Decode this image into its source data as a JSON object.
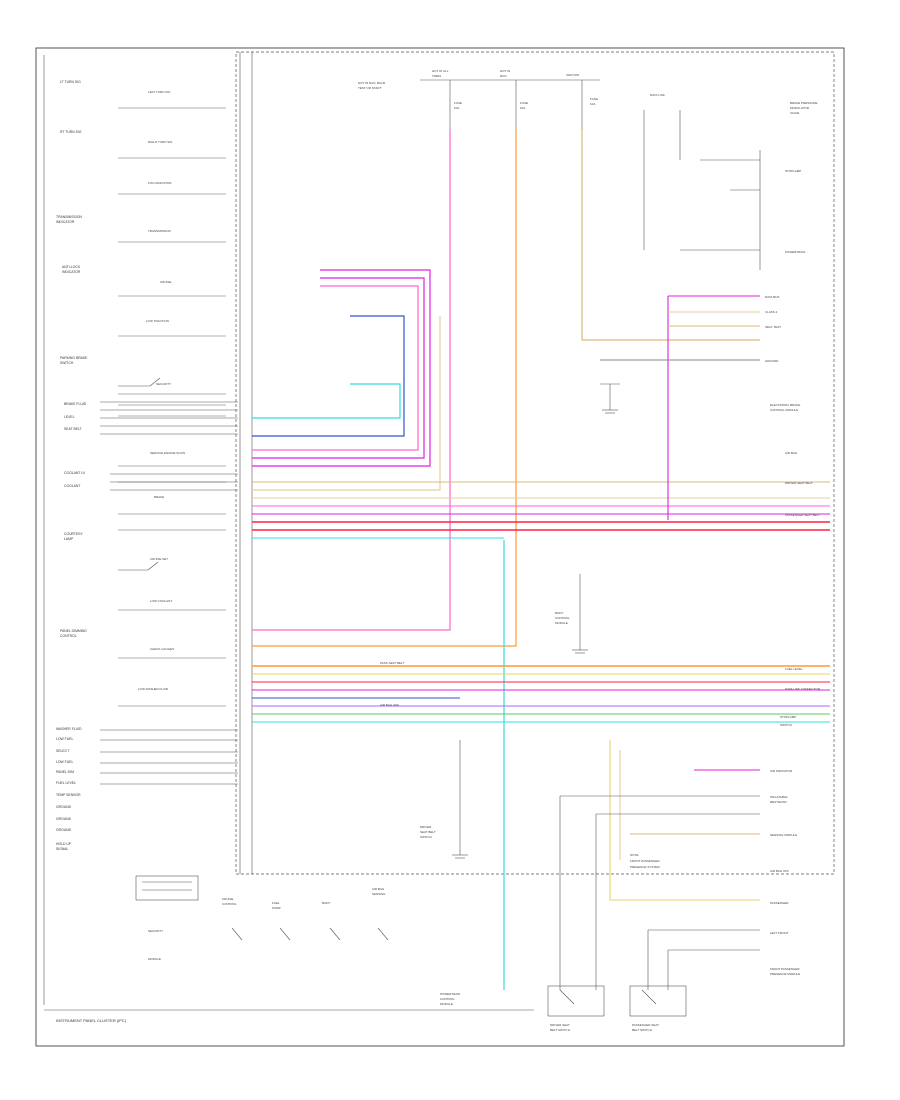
{
  "diagram": {
    "title": "INSTRUMENT PANEL CLUSTER (IPC)",
    "footer_code": "",
    "top_sources": [
      {
        "label": "HOT IN RUN, BULB TEST OR START",
        "fuse": "FUSE 10A"
      },
      {
        "label": "HOT AT ALL TIMES",
        "fuse": "FUSE 10A"
      },
      {
        "label": "HOT IN RUN",
        "fuse": "FUSE 10A"
      }
    ],
    "left_inputs": [
      "LT TURN SIG",
      "RT TURN SIG",
      "TRANSMISSION INDICATOR",
      "ANTI-LOCK INDICATOR",
      "PARKING BRAKE SWITCH",
      "BRAKE FLUID LEVEL",
      "SEAT BELT SWITCH",
      "COOLANT LEVEL",
      "COURTESY LAMP",
      "PANEL DIMMING",
      "WASHER FLUID",
      "LOW FUEL",
      "GROUND",
      "GROUND",
      "HOLD UP SIGNAL"
    ],
    "lamps": [
      "LEFT TURN SIG",
      "RIGHT TURN SIG",
      "FOG INDICATOR",
      "TRANSMISSION",
      "CRUISE",
      "LOW TRACTION",
      "SECURITY",
      "BRAKE",
      "SERVICE ENGINE SOON",
      "LOW COOLANT",
      "CHECK GAUGES",
      "LOW WASHER FLUID"
    ],
    "bottom_modules": [
      "SECURITY MODULE",
      "CRUISE CONTROL MODULE",
      "FUEL PUMP",
      "BODY CONTROL MODULE",
      "AIR BAG SENSING MODULE",
      "POWERTRAIN CONTROL MODULE"
    ],
    "right_modules": [
      "BRAKE PRESSURE MODULATOR VALVE",
      "ELECTRONIC BRAKE CONTROL MODULE",
      "DRIVER SEAT BELT SWITCH",
      "PASSENGER SEAT BELT SWITCH",
      "FUEL LEVEL SENDER",
      "DATA LINK CONNECTOR",
      "STOPLAMP SWITCH",
      "ELECTRONIC CONTROL MODULE",
      "SIR INDICATOR",
      "INFLATABLE RESTRAINT SENSING MODULE",
      "LEFT FRONT SIDE IMPACT MODULE",
      "RIGHT FRONT SIDE IMPACT MODULE",
      "FRONT PASSENGER PRESENCE MODULE",
      "AIR BAG OFF INDICATOR"
    ],
    "wire_colors": {
      "pink": "#ff66cc",
      "magenta": "#dd22dd",
      "blue": "#3355cc",
      "cyan": "#33dddd",
      "orange": "#ff9933",
      "tan": "#ddb877",
      "red": "#ff2244",
      "yellow": "#e8d36b",
      "green": "#55cc66",
      "purple": "#aa66ff",
      "gray": "#888888",
      "light_tan": "#e6cfa0"
    }
  }
}
